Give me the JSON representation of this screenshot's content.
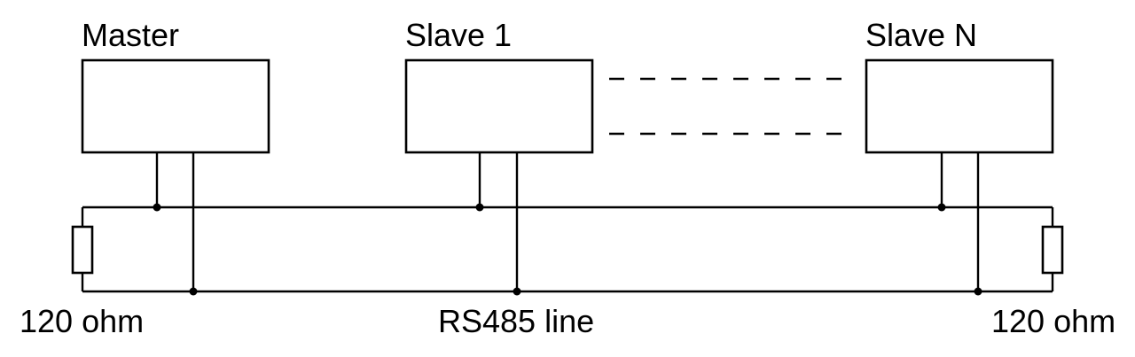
{
  "diagram": {
    "type": "circuit-wiring-diagram",
    "colors": {
      "line": "#000000",
      "background": "#ffffff",
      "box_fill": "#ffffff"
    },
    "nodes": [
      {
        "id": "master",
        "label": "Master"
      },
      {
        "id": "slave1",
        "label": "Slave 1"
      },
      {
        "id": "slaveN",
        "label": "Slave N"
      }
    ],
    "bus": {
      "label": "RS485 line",
      "wire_count": 2
    },
    "terminators": {
      "left": {
        "label": "120 ohm"
      },
      "right": {
        "label": "120 ohm"
      }
    }
  }
}
